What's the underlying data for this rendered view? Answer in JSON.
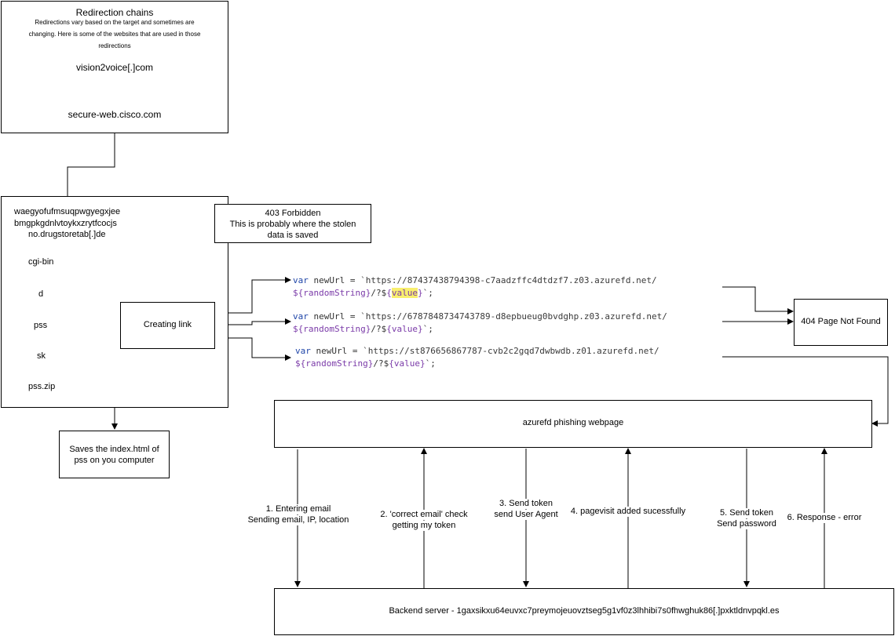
{
  "redirection": {
    "title": "Redirection chains",
    "desc_line1": "Redirections vary based on the target and sometimes are",
    "desc_line2": "changing. Here is some of the websites that are used in those",
    "desc_line3": "redirections",
    "site1": "vision2voice[.]com",
    "site2": "secure-web.cisco.com"
  },
  "phishing_site": {
    "line1": "waegyofufmsuqpwgyegxjee",
    "line2": "bmgpkgdnlvtoykxzrytfcocjs",
    "line3": "no.drugstoretab[.]de",
    "cgi": "cgi-bin",
    "d": "d",
    "pss": "pss",
    "sk": "sk",
    "zip": "pss.zip"
  },
  "forbidden": {
    "line1": "403 Forbidden",
    "line2": "This is probably where the stolen",
    "line3": "data is saved"
  },
  "creating_link": "Creating link",
  "saves": {
    "line1": "Saves the index.html of",
    "line2": "pss on you computer"
  },
  "code": {
    "var": "var",
    "newurl": " newUrl = ",
    "url1": "`https://87437438794398-c7aadzffc4dtdzf7.z03.azurefd.net/",
    "url2": "`https://6787848734743789-d8epbueug0bvdghp.z03.azurefd.net/",
    "url3": "`https://st876656867787-cvb2c2gqd7dwbwdb.z01.azurefd.net/",
    "rand": "${randomString}",
    "mid": "/?$",
    "val_open": "{",
    "value": "value",
    "val_close": "}",
    "tail": "`;"
  },
  "not_found": "404 Page Not Found",
  "azurefd_page": "azurefd phishing webpage",
  "backend": "Backend server - 1gaxsikxu64euvxc7preymojeuovztseg5g1vf0z3lhhibi7s0fhwghuk86[.]pxktldnvpqkl.es",
  "steps": {
    "s1a": "1. Entering email",
    "s1b": "Sending email, IP, location",
    "s2a": "2. 'correct email' check",
    "s2b": "getting my token",
    "s3a": "3. Send token",
    "s3b": "send User Agent",
    "s4": "4. pagevisit added sucessfully",
    "s5a": "5. Send token",
    "s5b": "Send password",
    "s6": "6. Response - error"
  }
}
